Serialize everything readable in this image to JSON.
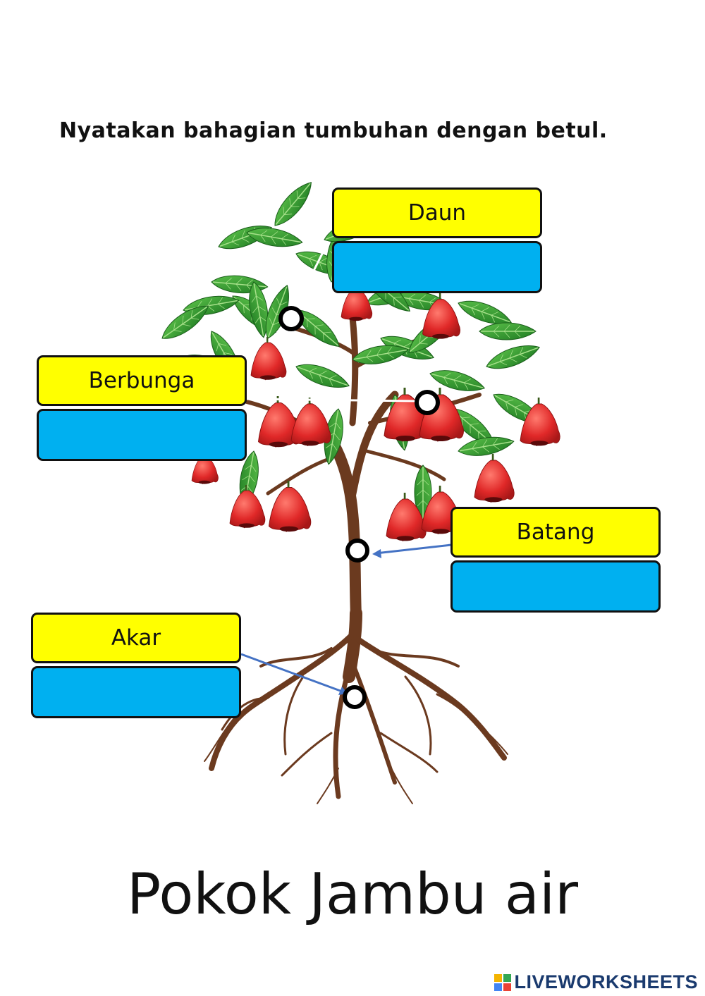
{
  "instruction": "Nyatakan bahagian tumbuhan dengan betul.",
  "labels": {
    "daun": "Daun",
    "berbunga": "Berbunga",
    "batang": "Batang",
    "akar": "Akar"
  },
  "title": "Pokok Jambu air",
  "brand": "LIVEWORKSHEETS",
  "colors": {
    "label": "#ffff00",
    "answer": "#00b0f0",
    "leaf": "#2e9a2e",
    "fruit": "#e02828",
    "trunk": "#6b3a1f",
    "pointer": "#4472c4"
  }
}
